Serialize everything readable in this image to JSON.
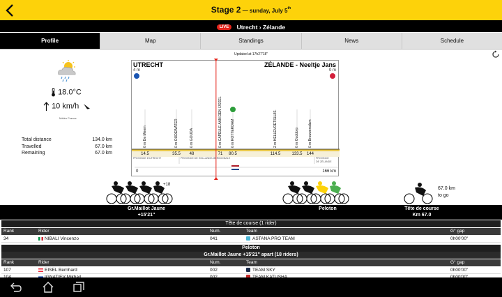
{
  "header": {
    "title": "Stage 2",
    "date_prefix": " — sunday, July 5",
    "date_suffix": "th"
  },
  "live": {
    "badge": "LIVE",
    "route": "Utrecht › Zélande"
  },
  "tabs": [
    {
      "label": "Profile",
      "active": true
    },
    {
      "label": "Map",
      "active": false
    },
    {
      "label": "Standings",
      "active": false
    },
    {
      "label": "News",
      "active": false
    },
    {
      "label": "Schedule",
      "active": false
    }
  ],
  "weather": {
    "icon": "cloud-sun-rain-icon",
    "temperature": "18.0°C",
    "wind": "10 km/h",
    "source": "Météo France"
  },
  "stats": [
    {
      "label": "Total distance",
      "value": "134.0 km"
    },
    {
      "label": "Travelled",
      "value": "67.0 km"
    },
    {
      "label": "Remaining",
      "value": "67.0 km"
    }
  ],
  "profile": {
    "updated": "Updated at 17h27'18\"",
    "start": {
      "name": "UTRECHT",
      "alt": "4 m"
    },
    "end": {
      "name": "ZÉLANDE - Neeltje Jans",
      "alt": "0 m"
    },
    "axis_start": "0",
    "axis_end": "166 km",
    "provinces": [
      {
        "lines": [
          "PROVINCE D'UTRECHT"
        ]
      },
      {
        "lines": [
          "PROVINCE DE HOLLANDE-MÉRIDIONALE"
        ]
      },
      {
        "lines": [
          "PROVINCE",
          "DE ZÉLANDE"
        ]
      }
    ],
    "points": [
      {
        "name": "0 m De Meern",
        "km": "14.5"
      },
      {
        "name": "0 m OUDEWATER",
        "km": "35.5"
      },
      {
        "name": "0 m GOUDA",
        "km": "48"
      },
      {
        "name": "0 m CAPELLE AAN DEN IJSSEL",
        "km": "71"
      },
      {
        "name": "0 m ROTTERDAM",
        "km": "80.5"
      },
      {
        "name": "2 m HELLEVOETSLUIS",
        "km": "114.5"
      },
      {
        "name": "0 m Ouddorp",
        "km": "133.5"
      },
      {
        "name": "0 m Brouwersdam",
        "km": "144"
      }
    ],
    "current_km": 67
  },
  "race": {
    "groups": [
      {
        "label": "Gr.Maillot Jaune",
        "sub": "+15'21\"",
        "badge": "+18"
      },
      {
        "label": "Peloton",
        "sub": ""
      },
      {
        "label": "Tête de course",
        "sub": "Km 67.0"
      }
    ],
    "to_go_value": "67.0 km",
    "to_go_label": "to go"
  },
  "table": {
    "columns": {
      "rank": "Rank",
      "rider": "Rider",
      "num": "Num.",
      "team": "Team",
      "gap": "G° gap"
    },
    "sections": [
      {
        "title": "Tête de course",
        "detail": " (1 rider)",
        "rows": [
          {
            "rank": "34",
            "rider": "NIBALI Vincenzo",
            "num": "041",
            "team": "ASTANA PRO TEAM",
            "gap": "0h00'00\"",
            "flag": "it",
            "jersey": "#4bb6d6"
          }
        ]
      },
      {
        "title": "Peloton",
        "subtitle": "Gr.Maillot Jaune +15'21\" apart (18 riders)",
        "rows": [
          {
            "rank": "107",
            "rider": "EISEL Bernhard",
            "num": "002",
            "team": "TEAM SKY",
            "gap": "0h00'00\"",
            "flag": "at",
            "jersey": "#1a2a4a"
          },
          {
            "rank": "104",
            "rider": "IGNATIEV Mikhail",
            "num": "002",
            "team": "TEAM KATUSHA",
            "gap": "0h00'00\"",
            "flag": "ru",
            "jersey": "#c62828"
          }
        ]
      }
    ]
  },
  "colors": {
    "accent": "#fdd20a",
    "live": "#e4231a",
    "profile_bar": "#e9c84a",
    "marker": "#e4231a"
  }
}
